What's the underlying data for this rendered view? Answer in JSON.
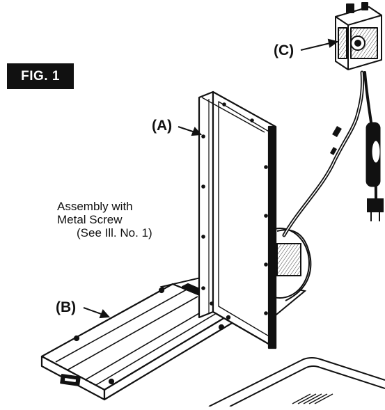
{
  "figure": {
    "label": "FIG. 1"
  },
  "callouts": {
    "a": "(A)",
    "b": "(B)",
    "c": "(C)"
  },
  "note": {
    "line1": "Assembly with",
    "line2": "Metal Screw",
    "line3": "(See Ill. No. 1)"
  },
  "colors": {
    "ink": "#111111",
    "paper": "#ffffff",
    "shade": "#d9d9d9"
  }
}
